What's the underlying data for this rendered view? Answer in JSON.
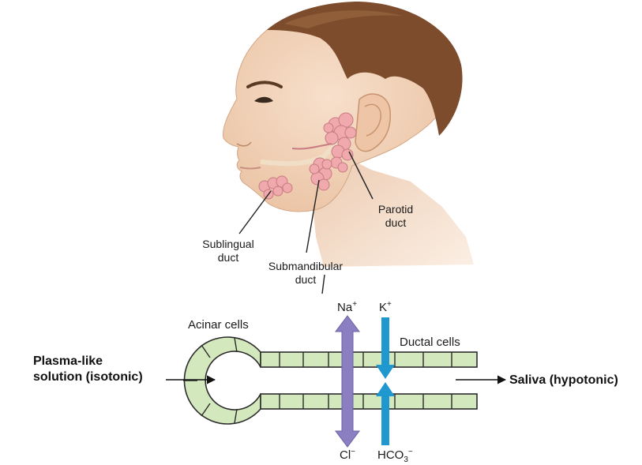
{
  "labels": {
    "sublingual": [
      "Sublingual",
      "duct"
    ],
    "submandibular": [
      "Submandibular",
      "duct"
    ],
    "parotid": [
      "Parotid",
      "duct"
    ],
    "acinar": "Acinar cells",
    "ductal": "Ductal cells",
    "input": [
      "Plasma-like",
      "solution (isotonic)"
    ],
    "output": "Saliva (hypotonic)"
  },
  "ions": {
    "na": {
      "base": "Na",
      "sup": "+"
    },
    "k": {
      "base": "K",
      "sup": "+"
    },
    "cl": {
      "base": "Cl",
      "sup": "−"
    },
    "hco3": {
      "base": "HCO",
      "sub": "3",
      "sup": "−"
    }
  },
  "colors": {
    "duct_fill": "#d3e9bd",
    "duct_stroke": "#2b2b2b",
    "gland": "#f0a9ad",
    "skin": "#f3d6bf",
    "hair": "#7c4c2c",
    "na_cl_arrow": "#8b7fc2",
    "k_hco3_arrow": "#1f98cf"
  }
}
